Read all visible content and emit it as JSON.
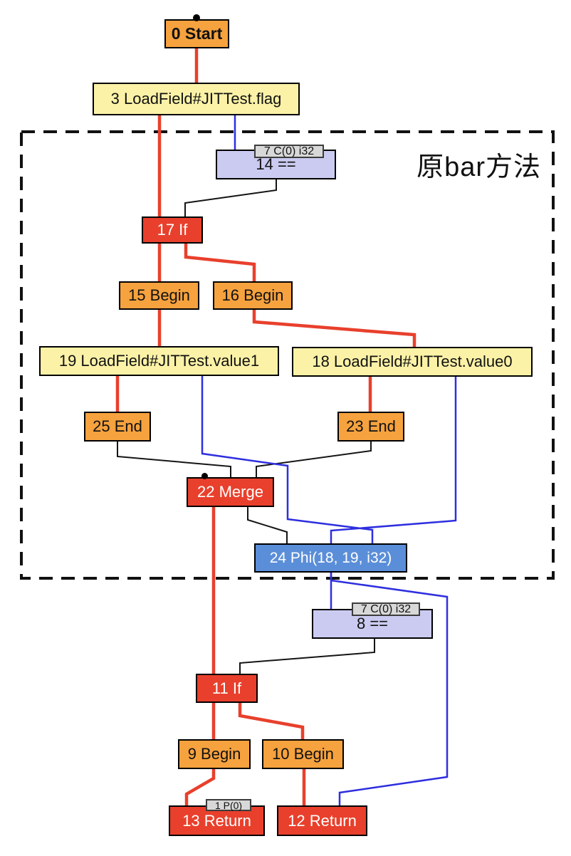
{
  "diagram": {
    "region_label": "原bar方法",
    "nodes": [
      {
        "id": 0,
        "label": "0 Start"
      },
      {
        "id": 3,
        "label": "3 LoadField#JITTest.flag"
      },
      {
        "id": 14,
        "label": "14 =="
      },
      {
        "id": 17,
        "label": "17 If"
      },
      {
        "id": 15,
        "label": "15 Begin"
      },
      {
        "id": 16,
        "label": "16 Begin"
      },
      {
        "id": 19,
        "label": "19 LoadField#JITTest.value1"
      },
      {
        "id": 18,
        "label": "18 LoadField#JITTest.value0"
      },
      {
        "id": 25,
        "label": "25 End"
      },
      {
        "id": 23,
        "label": "23 End"
      },
      {
        "id": 22,
        "label": "22 Merge"
      },
      {
        "id": 24,
        "label": "24 Phi(18, 19, i32)"
      },
      {
        "id": 8,
        "label": "8 =="
      },
      {
        "id": 11,
        "label": "11 If"
      },
      {
        "id": 9,
        "label": "9 Begin"
      },
      {
        "id": 10,
        "label": "10 Begin"
      },
      {
        "id": 13,
        "label": "13 Return"
      },
      {
        "id": 12,
        "label": "12 Return"
      }
    ],
    "slots": [
      {
        "label": "7 C(0) i32",
        "attached_to": "14 =="
      },
      {
        "label": "7 C(0) i32",
        "attached_to": "8 =="
      },
      {
        "label": "1 P(0)",
        "attached_to": "13 Return"
      }
    ],
    "edges": [
      {
        "from": 0,
        "to": 3,
        "color": "red"
      },
      {
        "from": 3,
        "to": 17,
        "color": "red"
      },
      {
        "from": 3,
        "to": 14,
        "color": "blue"
      },
      {
        "from": 14,
        "to": 17,
        "color": "black"
      },
      {
        "from": 17,
        "to": 15,
        "color": "red"
      },
      {
        "from": 17,
        "to": 16,
        "color": "red"
      },
      {
        "from": 15,
        "to": 19,
        "color": "red"
      },
      {
        "from": 16,
        "to": 18,
        "color": "red"
      },
      {
        "from": 19,
        "to": 25,
        "color": "red"
      },
      {
        "from": 18,
        "to": 23,
        "color": "red"
      },
      {
        "from": 19,
        "to": 24,
        "color": "blue"
      },
      {
        "from": 18,
        "to": 24,
        "color": "blue"
      },
      {
        "from": 25,
        "to": 22,
        "color": "black"
      },
      {
        "from": 23,
        "to": 22,
        "color": "black"
      },
      {
        "from": 22,
        "to": 24,
        "color": "black"
      },
      {
        "from": 22,
        "to": 11,
        "color": "red"
      },
      {
        "from": 24,
        "to": 8,
        "color": "blue"
      },
      {
        "from": 24,
        "to": 12,
        "color": "blue"
      },
      {
        "from": 8,
        "to": 11,
        "color": "black"
      },
      {
        "from": 11,
        "to": 9,
        "color": "red"
      },
      {
        "from": 11,
        "to": 10,
        "color": "red"
      },
      {
        "from": 9,
        "to": 13,
        "color": "red"
      },
      {
        "from": 10,
        "to": 12,
        "color": "red"
      }
    ],
    "colors": {
      "block_orange": "#f6a23e",
      "memory_yellow": "#fcf2a7",
      "control_red": "#e8402c",
      "compare_lavender": "#cbcbf1",
      "phi_blue": "#5b8ed8",
      "slot_gray": "#d8d8d8",
      "edge_red": "#e8402c",
      "edge_blue": "#2e2edf",
      "edge_black": "#141414",
      "region_border": "#111111"
    }
  }
}
